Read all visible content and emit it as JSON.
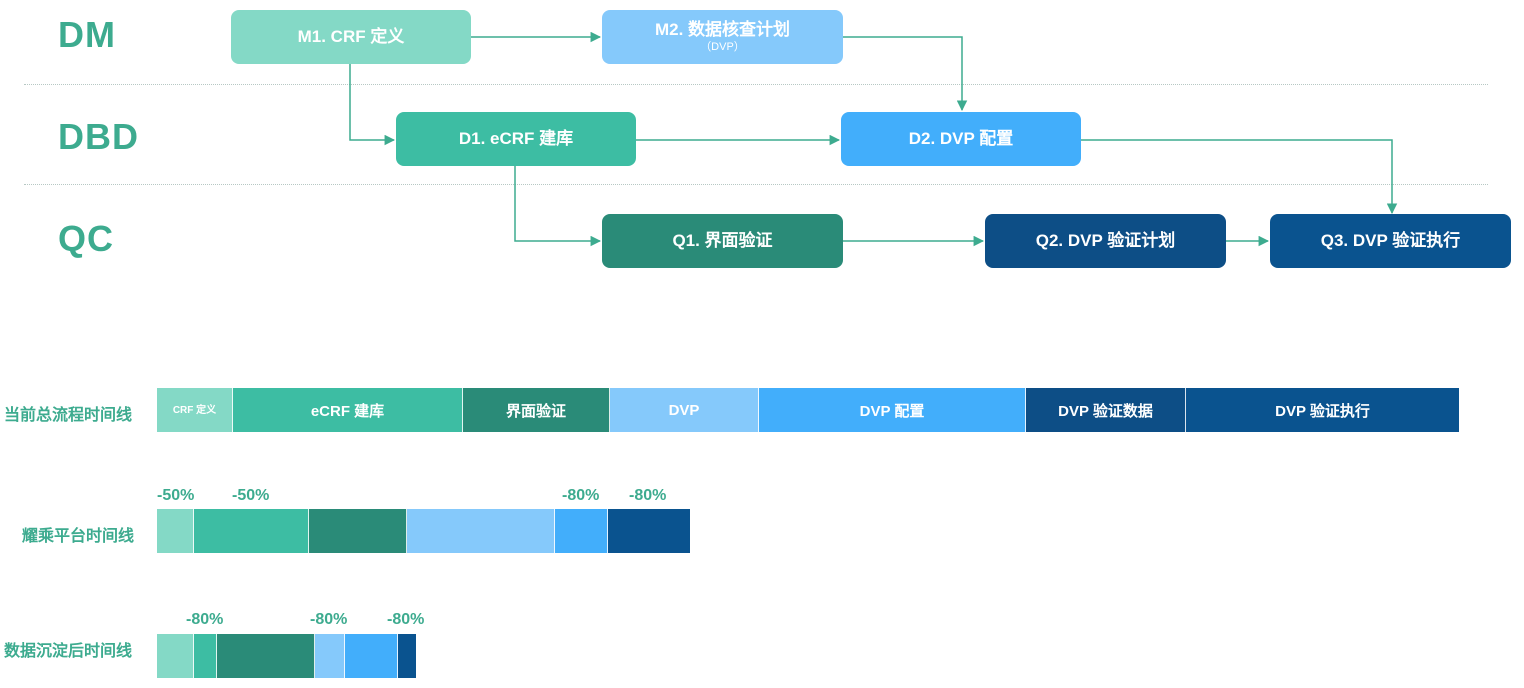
{
  "lanes": [
    "DM",
    "DBD",
    "QC"
  ],
  "nodes": {
    "m1": {
      "label": "M1. CRF 定义"
    },
    "m2": {
      "label": "M2. 数据核查计划",
      "sub": "（DVP）"
    },
    "d1": {
      "label": "D1. eCRF 建库"
    },
    "d2": {
      "label": "D2. DVP 配置"
    },
    "q1": {
      "label": "Q1. 界面验证"
    },
    "q2": {
      "label": "Q2. DVP 验证计划"
    },
    "q3": {
      "label": "Q3. DVP 验证执行"
    }
  },
  "colors": {
    "c1": "#84d9c6",
    "c2": "#3dbda3",
    "c3": "#2a8b78",
    "c4": "#85c9fb",
    "c5": "#42aefb",
    "c6": "#0d4e86",
    "c7": "#0a538f",
    "arrow": "#3dab8f",
    "label": "#3dab8f"
  },
  "timelines": {
    "current": {
      "label": "当前总流程时间线",
      "segments": [
        {
          "label": "CRF 定义",
          "value": 76
        },
        {
          "label": "eCRF 建库",
          "value": 230
        },
        {
          "label": "界面验证",
          "value": 147
        },
        {
          "label": "DVP",
          "value": 149
        },
        {
          "label": "DVP 配置",
          "value": 267
        },
        {
          "label": "DVP 验证数据",
          "value": 160
        },
        {
          "label": "DVP  验证执行",
          "value": 273
        }
      ]
    },
    "platform": {
      "label": "耀乘平台时间线",
      "segments": [
        {
          "value": 37
        },
        {
          "value": 115
        },
        {
          "value": 98
        },
        {
          "value": 148
        },
        {
          "value": 53
        },
        {
          "value": 82
        }
      ],
      "annotations": [
        "-50%",
        "-50%",
        "-80%",
        "-80%"
      ]
    },
    "sedimented": {
      "label": "数据沉淀后时间线",
      "segments": [
        {
          "value": 37
        },
        {
          "value": 23
        },
        {
          "value": 98
        },
        {
          "value": 30
        },
        {
          "value": 53
        },
        {
          "value": 18
        }
      ],
      "annotations": [
        "-80%",
        "-80%",
        "-80%"
      ]
    }
  }
}
